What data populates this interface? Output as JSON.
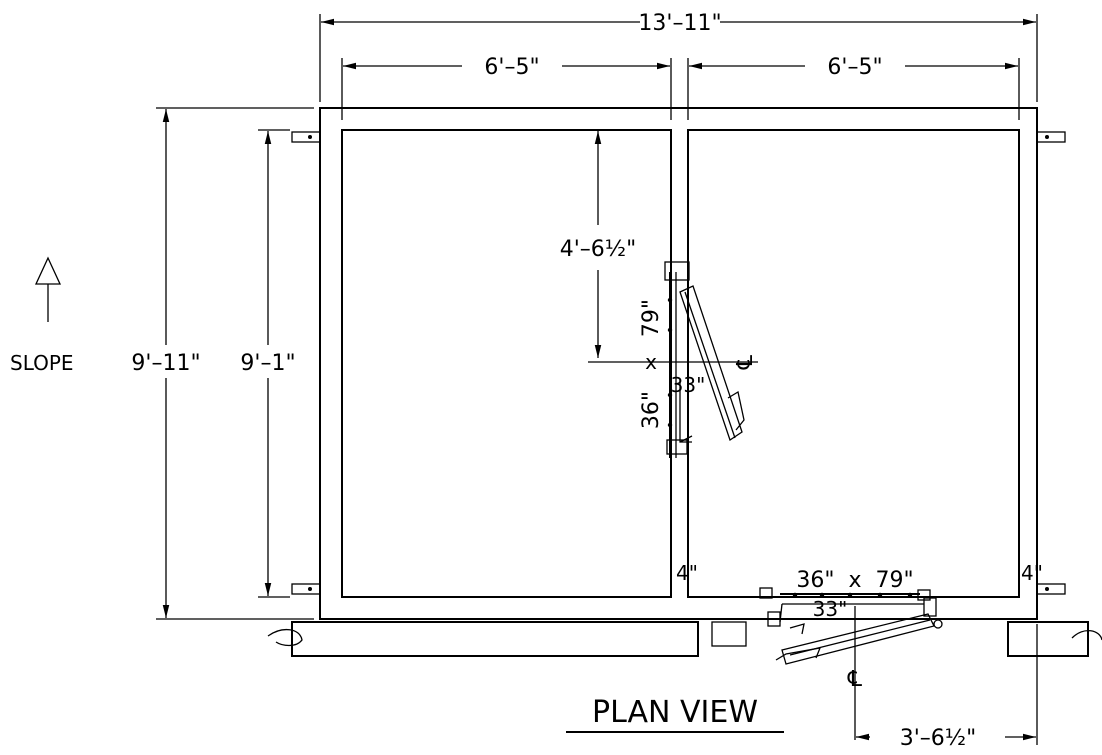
{
  "dims": {
    "overall_width": "13'–11\"",
    "left_bay_width": "6'–5\"",
    "right_bay_width": "6'–5\"",
    "overall_height": "9'–11\"",
    "inner_height": "9'–1\"",
    "door_offset": "4'–6½\"",
    "bottom_offset": "3'–6½\""
  },
  "labels": {
    "slope": "SLOPE",
    "plan_view": "PLAN VIEW"
  },
  "door_upper": {
    "size_79": "79\"",
    "size_x": "x",
    "size_36": "36\"",
    "opening": "33\"",
    "centerline": "℄"
  },
  "door_lower": {
    "size": "36\"  x  79\"",
    "opening": "33\"",
    "centerline": "℄"
  },
  "wall_gaps": {
    "left": "4\"",
    "right": "4\""
  }
}
